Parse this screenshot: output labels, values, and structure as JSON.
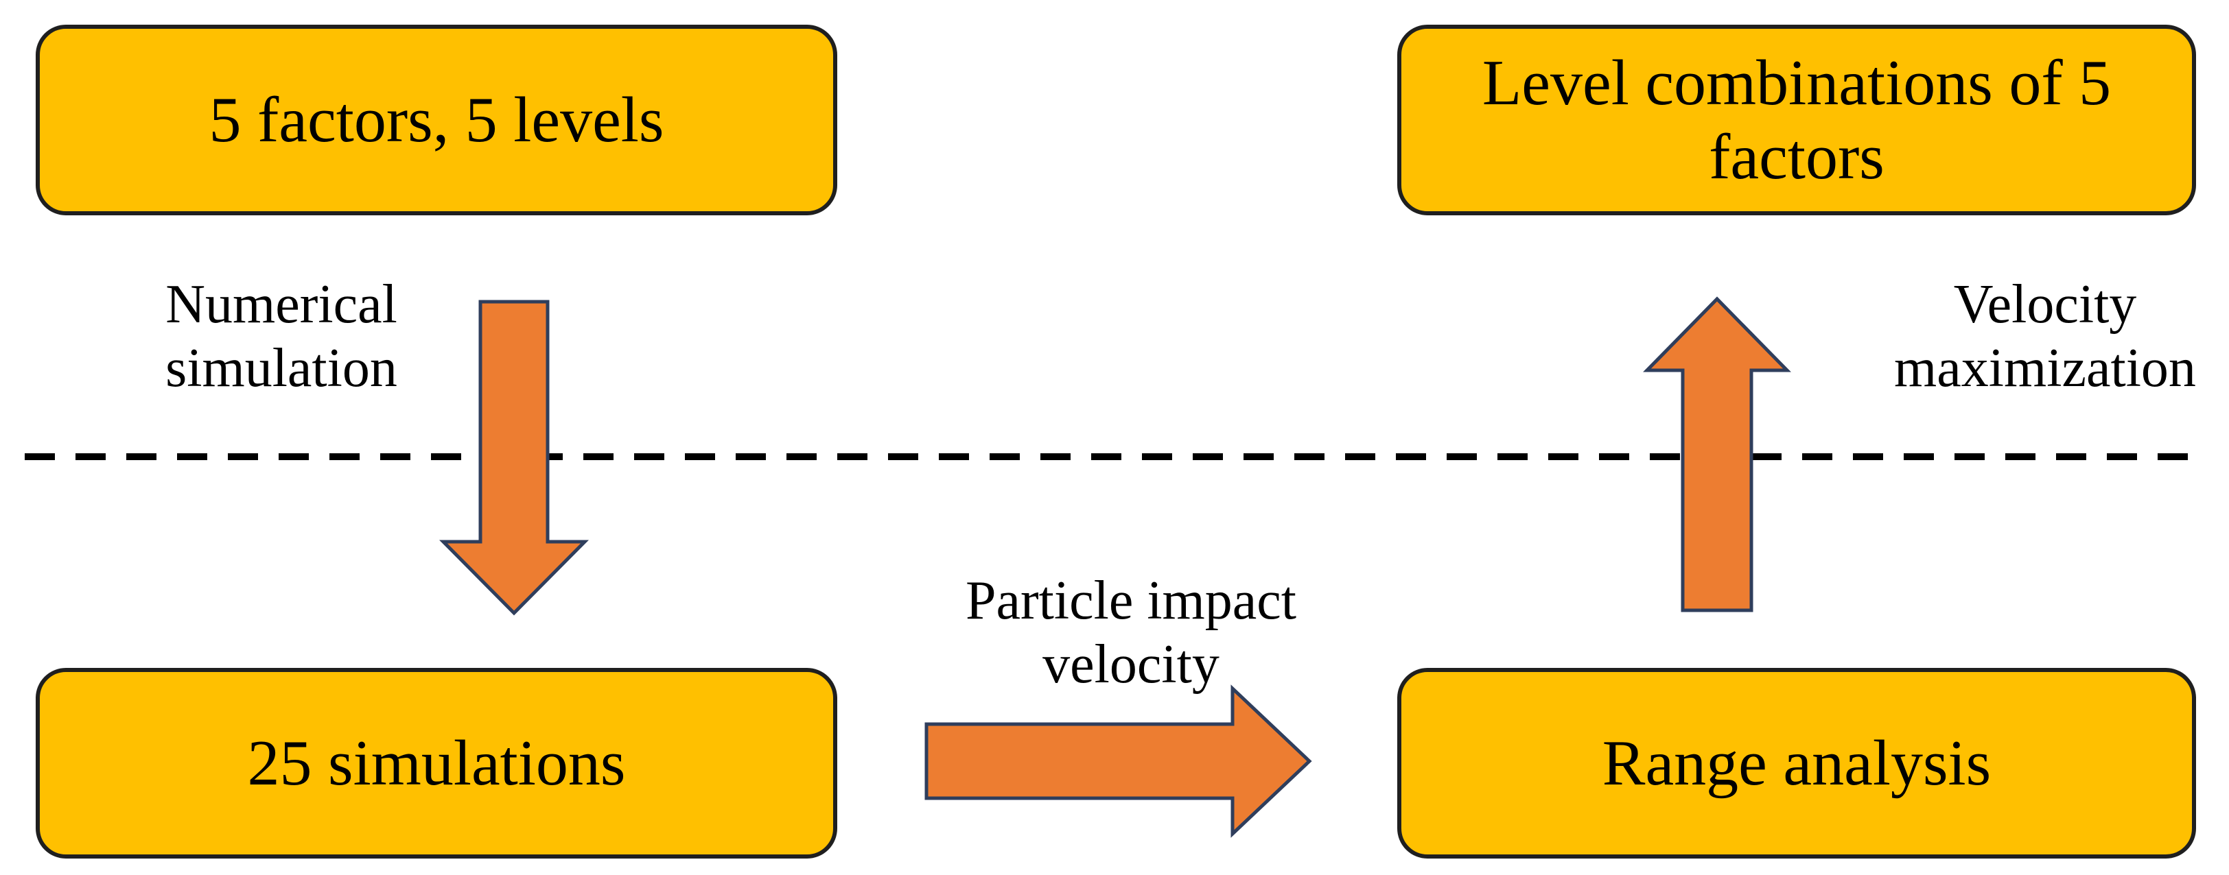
{
  "colors": {
    "box_fill": "#FFC000",
    "box_border": "#1F1F1F",
    "arrow_fill": "#ED7D31",
    "arrow_border": "#2F3E5C",
    "divider": "#000000"
  },
  "boxes": {
    "factors": "5 factors, 5 levels",
    "combinations": "Level combinations of 5 factors",
    "simulations": "25 simulations",
    "range_analysis": "Range analysis"
  },
  "labels": {
    "numerical_simulation": "Numerical simulation",
    "velocity_maximization": "Velocity maximization",
    "particle_impact_velocity": "Particle impact velocity"
  },
  "arrows": [
    {
      "name": "down-arrow",
      "from": "factors",
      "to": "simulations",
      "direction": "down"
    },
    {
      "name": "right-arrow",
      "from": "simulations",
      "to": "range_analysis",
      "direction": "right"
    },
    {
      "name": "up-arrow",
      "from": "range_analysis",
      "to": "combinations",
      "direction": "up"
    }
  ]
}
